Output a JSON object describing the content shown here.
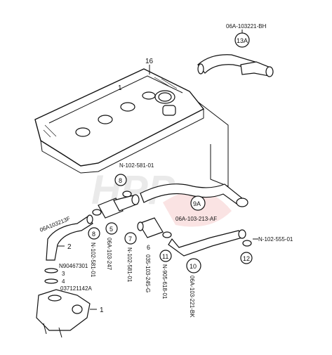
{
  "parts": {
    "p1": {
      "num": "1"
    },
    "p2": {
      "num": "2"
    },
    "p3": {
      "num": "3",
      "code": "N90467301"
    },
    "p4": {
      "num": "4",
      "code": "037121142A"
    },
    "p5": {
      "num": "5",
      "code": "06A-103-247"
    },
    "p6": {
      "num": "6",
      "code": "035-103-245-G"
    },
    "p7": {
      "num": "7",
      "code": "N-102-581-01"
    },
    "p8a": {
      "num": "8",
      "code": "N-102-581-01"
    },
    "p8b": {
      "num": "8",
      "code": "N-102-581-01"
    },
    "p9a": {
      "num": "9A",
      "code": "06A-103-213-AF"
    },
    "p10": {
      "num": "10",
      "code": "06A-103-221-BK"
    },
    "p11": {
      "num": "11",
      "code": "N-905-618-01"
    },
    "p12": {
      "num": "12",
      "code": "N-102-555-01"
    },
    "p13a": {
      "num": "13A",
      "code": "06A-103221-BH"
    },
    "p16": {
      "num": "16"
    },
    "hose2": {
      "code": "06A103213F"
    }
  },
  "watermark": "HPP",
  "cover_mark": "1"
}
